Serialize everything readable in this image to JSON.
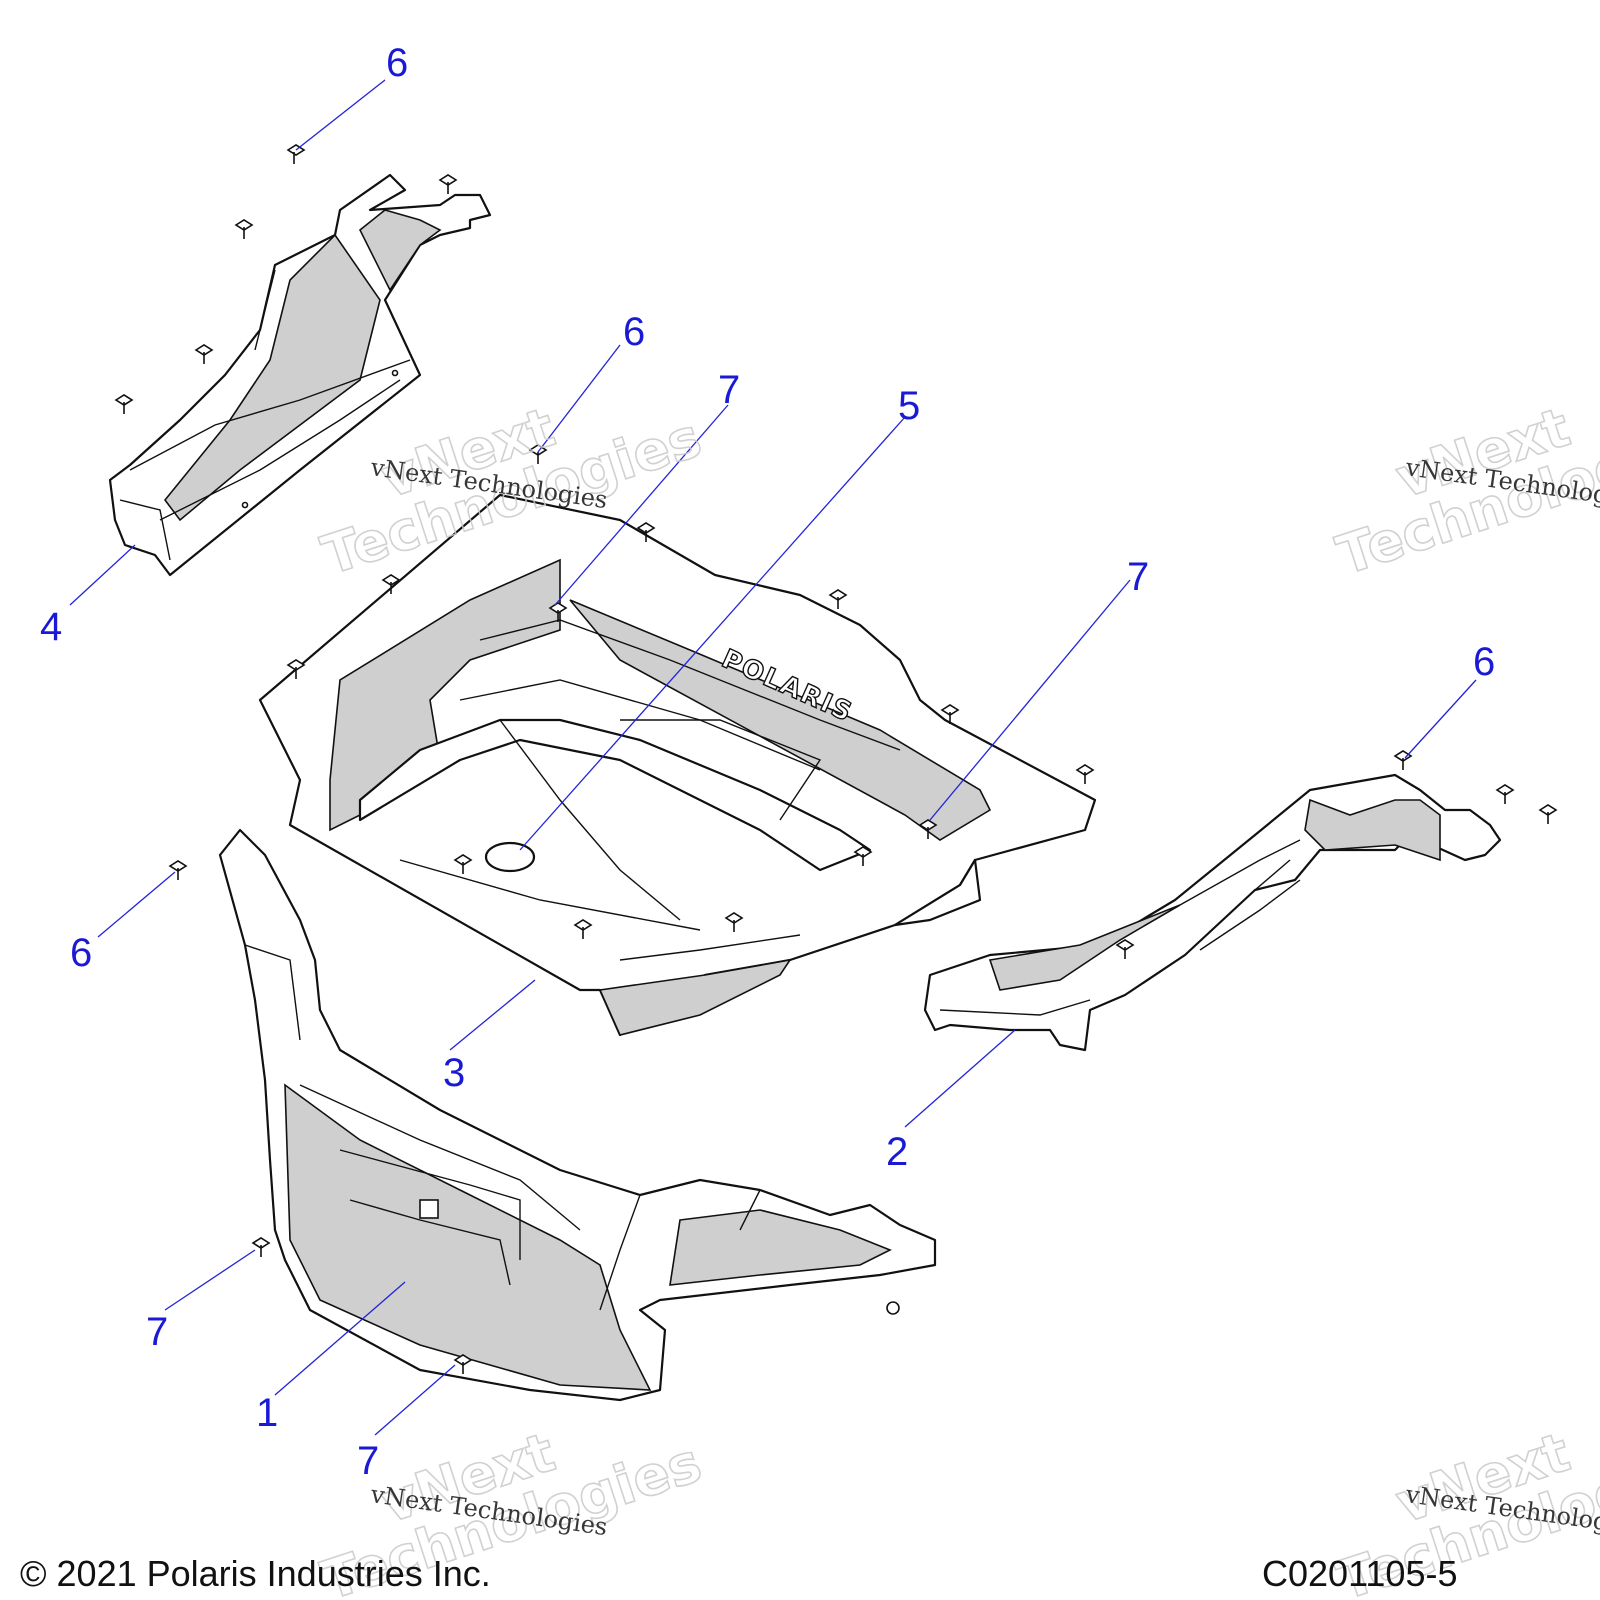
{
  "diagram": {
    "callouts": [
      {
        "id": "c6a",
        "label": "6"
      },
      {
        "id": "c6b",
        "label": "6"
      },
      {
        "id": "c6c",
        "label": "6"
      },
      {
        "id": "c6d",
        "label": "6"
      },
      {
        "id": "c7a",
        "label": "7"
      },
      {
        "id": "c7b",
        "label": "7"
      },
      {
        "id": "c7c",
        "label": "7"
      },
      {
        "id": "c7d",
        "label": "7"
      },
      {
        "id": "c5",
        "label": "5"
      },
      {
        "id": "c4",
        "label": "4"
      },
      {
        "id": "c3",
        "label": "3"
      },
      {
        "id": "c2",
        "label": "2"
      },
      {
        "id": "c1",
        "label": "1"
      }
    ],
    "logo_text": "POLARIS"
  },
  "watermark": {
    "big_line1": "vNext",
    "big_line2": "Technologies",
    "small": "vNext Technologies"
  },
  "footer": {
    "copyright": "© 2021 Polaris Industries Inc.",
    "figure_code": "C0201105-5"
  }
}
